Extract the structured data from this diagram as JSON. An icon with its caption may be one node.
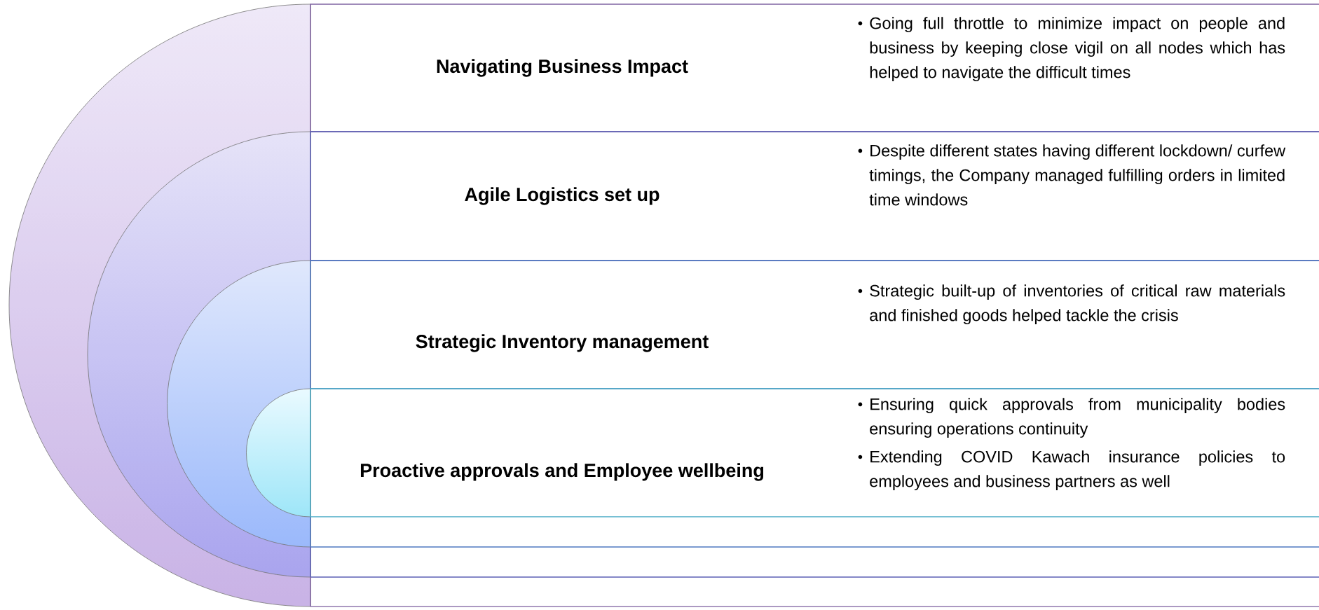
{
  "diagram": {
    "nodes": [
      {
        "text": [
          "Navigating Business Impact",
          "Going full throttle to minimize impact on people and business by keeping close vigil on all nodes which has helped to navigate the difficult times"
        ]
      },
      {
        "text": [
          "Agile Logistics set up",
          "Despite different states having different lockdown/ curfew timings, the Company managed fulfilling orders in limited time windows"
        ]
      },
      {
        "text": [
          "Strategic Inventory management",
          "Strategic built-up of inventories of critical raw materials and finished goods helped tackle the crisis"
        ]
      },
      {
        "text": [
          "Proactive approvals and Employee wellbeing",
          "Ensuring quick approvals from municipality bodies ensuring operations continuity",
          "Extending COVID Kawach insurance policies to employees and business partners as well"
        ]
      }
    ]
  }
}
